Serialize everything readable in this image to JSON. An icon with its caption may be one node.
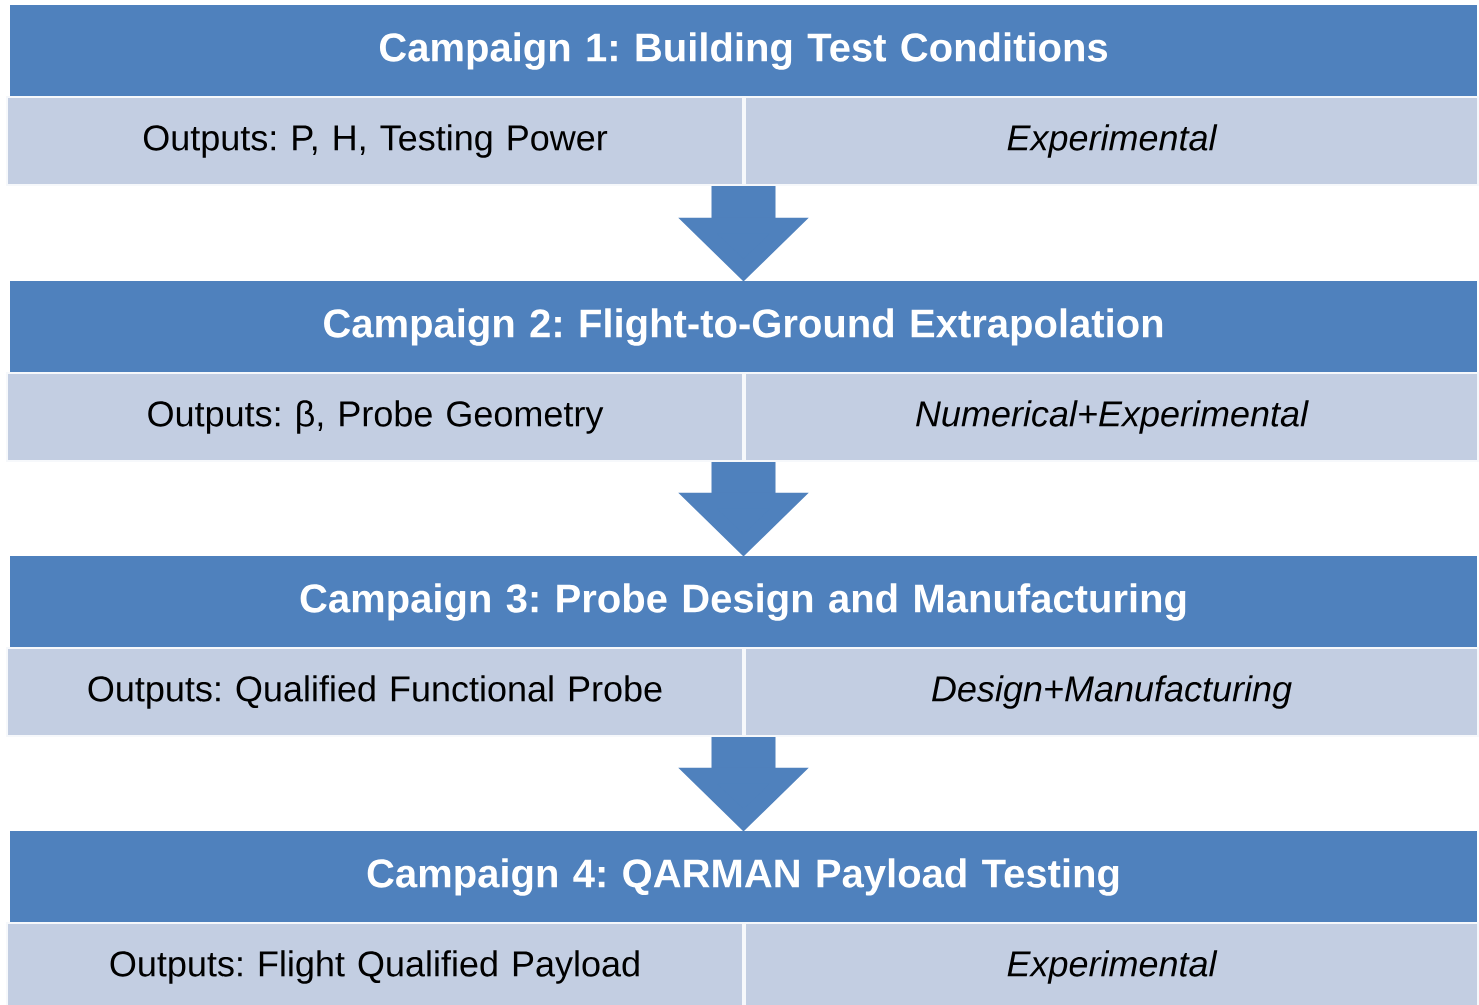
{
  "diagram": {
    "nodes": [
      {
        "text": [
          "Campaign 1: Building Test Conditions"
        ]
      },
      {
        "text": [
          "Outputs: P, H, Testing Power"
        ]
      },
      {
        "text": [
          "Experimental"
        ]
      },
      {
        "text": [
          "Campaign 2: Flight-to-Ground Extrapolation"
        ]
      },
      {
        "text": [
          "Outputs: β, Probe Geometry"
        ]
      },
      {
        "text": [
          "Numerical+Experimental"
        ]
      },
      {
        "text": [
          "Campaign 3: Probe Design and Manufacturing"
        ]
      },
      {
        "text": [
          "Outputs: Qualified Functional Probe"
        ]
      },
      {
        "text": [
          "Design+Manufacturing"
        ]
      },
      {
        "text": [
          "Campaign 4: QARMAN Payload Testing"
        ]
      },
      {
        "text": [
          "Outputs: Flight Qualified Payload"
        ]
      },
      {
        "text": [
          "Experimental"
        ]
      }
    ],
    "edges": [
      {
        "from": 2,
        "to": 3,
        "arrow": "to"
      },
      {
        "from": 5,
        "to": 6,
        "arrow": "to"
      },
      {
        "from": 8,
        "to": 9,
        "arrow": "to"
      }
    ]
  }
}
